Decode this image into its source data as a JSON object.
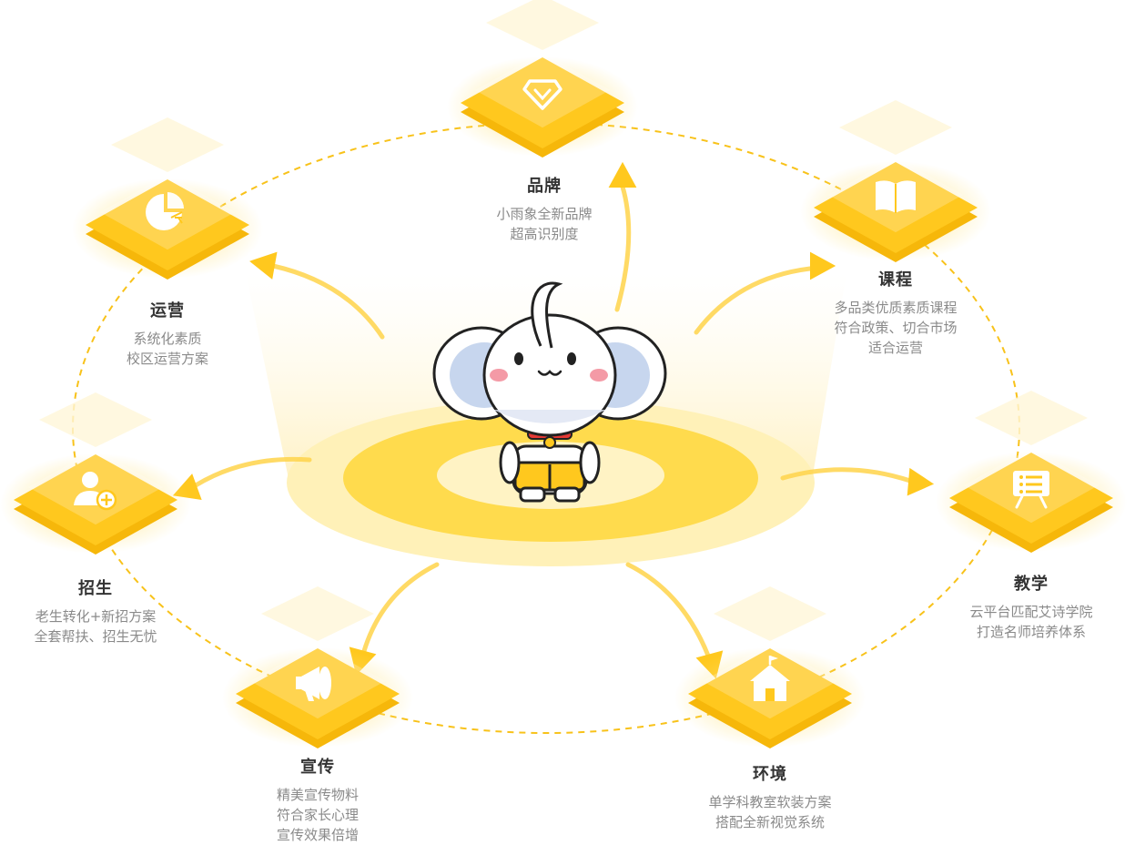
{
  "accent": "#FFC81E",
  "accent_light": "#FFE27A",
  "nodes": [
    {
      "key": "brand",
      "icon": "gem-icon",
      "title": "品牌",
      "lines": [
        "小雨象全新品牌",
        "超高识别度"
      ]
    },
    {
      "key": "course",
      "icon": "book-icon",
      "title": "课程",
      "lines": [
        "多品类优质素质课程",
        "符合政策、切合市场",
        "适合运营"
      ]
    },
    {
      "key": "teaching",
      "icon": "presentation-board-icon",
      "title": "教学",
      "lines": [
        "云平台匹配艾诗学院",
        "打造名师培养体系"
      ]
    },
    {
      "key": "environment",
      "icon": "schoolhouse-icon",
      "title": "环境",
      "lines": [
        "单学科教室软装方案",
        "搭配全新视觉系统"
      ]
    },
    {
      "key": "promotion",
      "icon": "megaphone-icon",
      "title": "宣传",
      "lines": [
        "精美宣传物料",
        "符合家长心理",
        "宣传效果倍增"
      ]
    },
    {
      "key": "enrollment",
      "icon": "add-user-icon",
      "title": "招生",
      "lines": [
        "老生转化+新招方案",
        "全套帮扶、招生无忧"
      ]
    },
    {
      "key": "operation",
      "icon": "pie-chart-icon",
      "title": "运营",
      "lines": [
        "系统化素质",
        "校区运营方案"
      ]
    }
  ],
  "mascot": {
    "name": "elephant-mascot-icon"
  }
}
